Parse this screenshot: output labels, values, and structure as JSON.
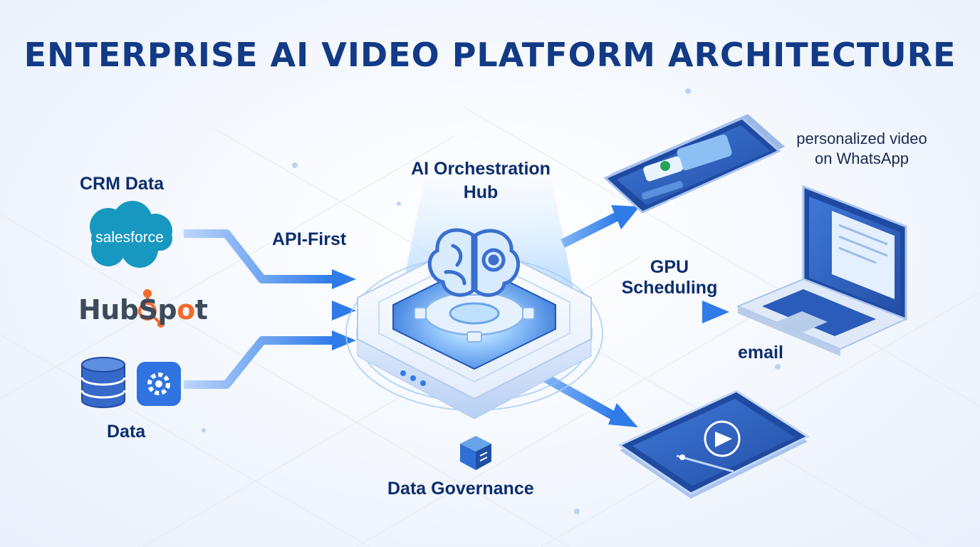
{
  "title": "ENTERPRISE AI VIDEO PLATFORM ARCHITECTURE",
  "sources": {
    "crm_label": "CRM Data",
    "salesforce_logo": "salesforce",
    "hubspot_logo": "HubSpot",
    "data_label": "Data",
    "icons": [
      "database-icon",
      "gear-icon"
    ]
  },
  "hub": {
    "title_line1": "AI Orchestration",
    "title_line2": "Hub",
    "icons": [
      "brain-icon",
      "gear-icon"
    ]
  },
  "connectors": {
    "api_first": "API-First",
    "gpu_line1": "GPU",
    "gpu_line2": "Scheduling",
    "governance": "Data Governance"
  },
  "outputs": {
    "whatsapp_line1": "personalized video",
    "whatsapp_line2": "on WhatsApp",
    "email": "email",
    "devices": [
      "smartphone-icon",
      "laptop-icon",
      "tablet-icon"
    ]
  },
  "colors": {
    "title": "#123a86",
    "accent": "#2f7be8",
    "salesforce": "#1798c1",
    "hubspot_orange": "#f26b2a"
  }
}
